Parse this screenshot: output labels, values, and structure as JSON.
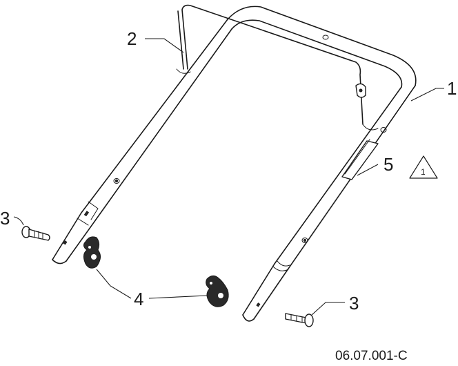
{
  "callouts": {
    "part_1": "1",
    "part_2": "2",
    "part_3_left": "3",
    "part_3_right": "3",
    "part_4": "4",
    "part_5": "5"
  },
  "warning_triangle_number": "1",
  "drawing_code": "06.07.001-C"
}
